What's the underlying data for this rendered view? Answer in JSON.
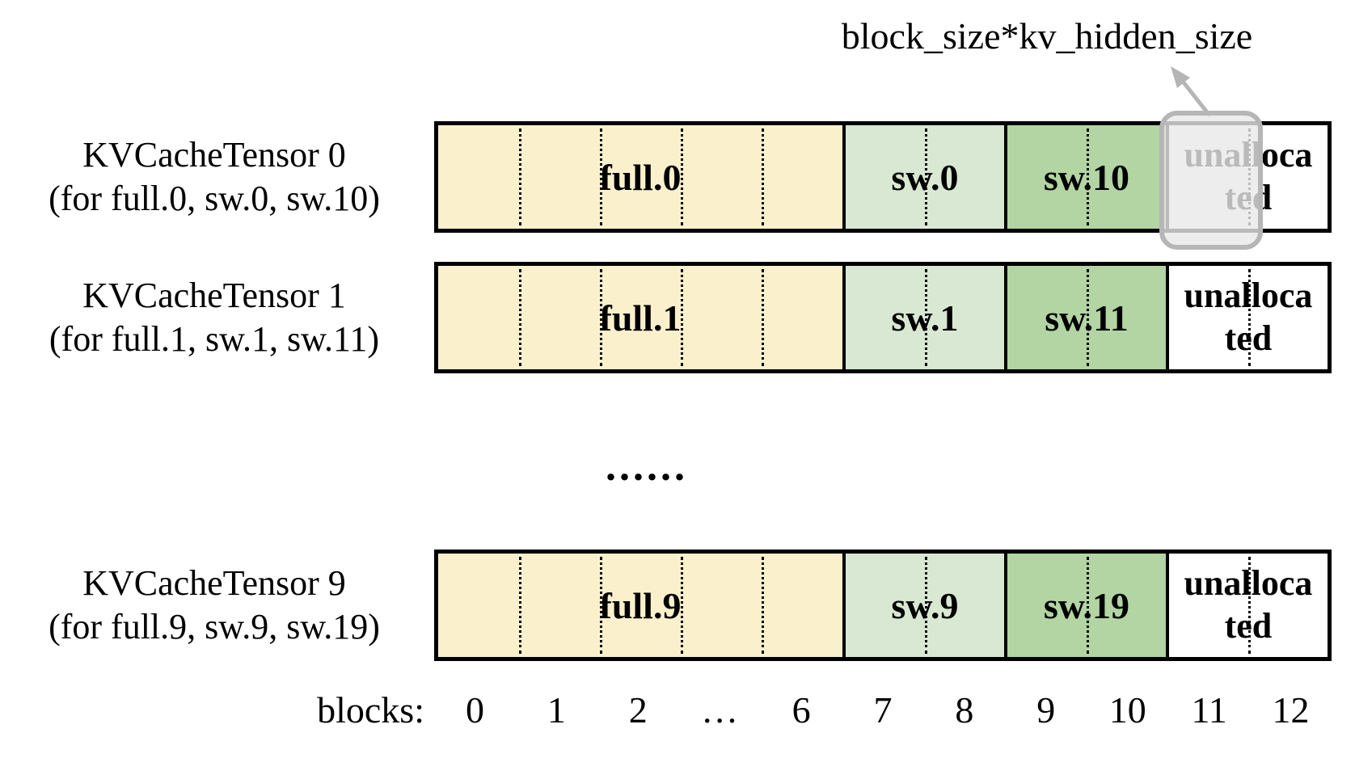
{
  "annotation": {
    "label": "block_size*kv_hidden_size"
  },
  "rows": [
    {
      "title": "KVCacheTensor 0",
      "subtitle": "(for full.0, sw.0, sw.10)",
      "segments": [
        {
          "label": "full.0"
        },
        {
          "label": "sw.0"
        },
        {
          "label": "sw.10"
        },
        {
          "label": "unalloca\nted"
        }
      ]
    },
    {
      "title": "KVCacheTensor 1",
      "subtitle": "(for full.1, sw.1, sw.11)",
      "segments": [
        {
          "label": "full.1"
        },
        {
          "label": "sw.1"
        },
        {
          "label": "sw.11"
        },
        {
          "label": "unalloca\nted"
        }
      ]
    },
    {
      "title": "KVCacheTensor 9",
      "subtitle": "(for full.9, sw.9, sw.19)",
      "segments": [
        {
          "label": "full.9"
        },
        {
          "label": "sw.9"
        },
        {
          "label": "sw.19"
        },
        {
          "label": "unalloca\nted"
        }
      ]
    }
  ],
  "ellipsis": "......",
  "blocks_axis": {
    "label": "blocks:",
    "ticks": [
      "0",
      "1",
      "2",
      "…",
      "6",
      "7",
      "8",
      "9",
      "10",
      "11",
      "12"
    ]
  },
  "colors": {
    "full": "#fbf0cc",
    "sw_light": "#d8e8d2",
    "sw_dark": "#b2d5a3",
    "unallocated": "#ffffff",
    "highlight_border": "#b6b6b6",
    "arrow": "#b5b5b5",
    "border": "#000000"
  }
}
